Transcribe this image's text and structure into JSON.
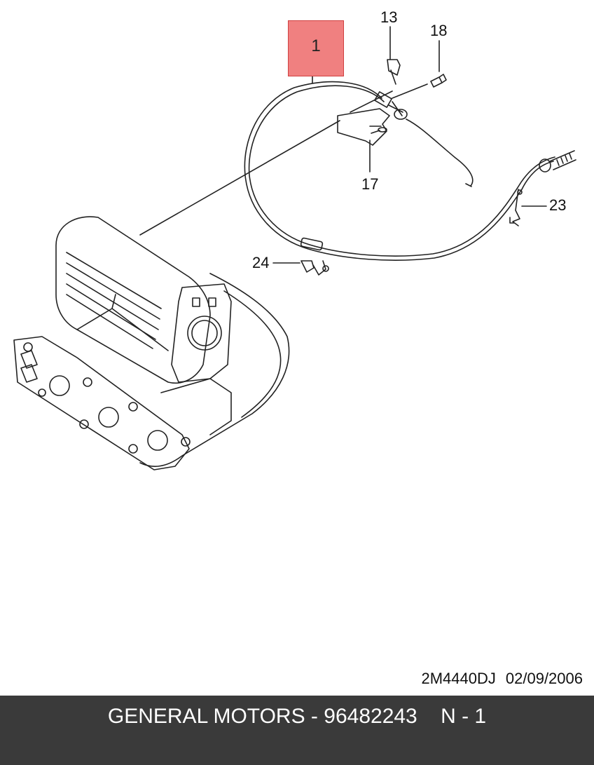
{
  "callouts": {
    "part_1": "1",
    "part_13": "13",
    "part_17": "17",
    "part_18": "18",
    "part_23": "23",
    "part_24": "24"
  },
  "highlight_color": "#f08080",
  "diagram_code": "2M4440DJ",
  "diagram_date": "02/09/2006",
  "footer": {
    "brand": "GENERAL MOTORS",
    "dash": " - ",
    "part_number": "96482243",
    "suffix": "N - 1"
  }
}
